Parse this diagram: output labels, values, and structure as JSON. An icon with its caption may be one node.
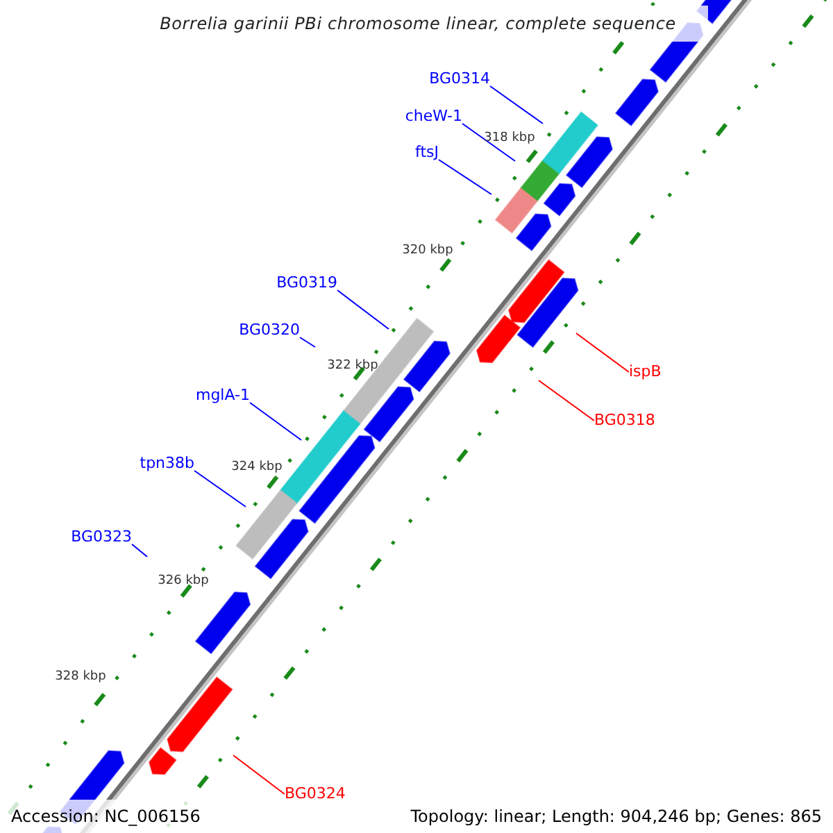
{
  "diagram": {
    "title": "Borrelia garinii PBi chromosome linear, complete sequence",
    "nodes": [
      {
        "text": [
          "BG0314"
        ]
      },
      {
        "text": [
          "cheW-1"
        ]
      },
      {
        "text": [
          "ftsJ"
        ]
      },
      {
        "text": [
          "BG0319"
        ]
      },
      {
        "text": [
          "BG0320"
        ]
      },
      {
        "text": [
          "ispB"
        ]
      },
      {
        "text": [
          "mglA-1"
        ]
      },
      {
        "text": [
          "BG0318"
        ]
      },
      {
        "text": [
          "tpn38b"
        ]
      },
      {
        "text": [
          "BG0323"
        ]
      },
      {
        "text": [
          "BG0324"
        ]
      }
    ],
    "edges": [
      {
        "from": 0,
        "to": null,
        "arrow": "none"
      },
      {
        "from": 1,
        "to": null,
        "arrow": "none"
      },
      {
        "from": 2,
        "to": null,
        "arrow": "none"
      },
      {
        "from": 3,
        "to": null,
        "arrow": "none"
      },
      {
        "from": 4,
        "to": null,
        "arrow": "none"
      },
      {
        "from": 5,
        "to": null,
        "arrow": "none",
        "color": "#ff0000"
      },
      {
        "from": 6,
        "to": null,
        "arrow": "none"
      },
      {
        "from": 7,
        "to": null,
        "arrow": "none",
        "color": "#ff0000"
      },
      {
        "from": 8,
        "to": null,
        "arrow": "none"
      },
      {
        "from": 9,
        "to": null,
        "arrow": "none"
      },
      {
        "from": 10,
        "to": null,
        "arrow": "none",
        "color": "#ff0000"
      }
    ],
    "labels": [
      "318 kbp",
      "320 kbp",
      "322 kbp",
      "324 kbp",
      "326 kbp",
      "328 kbp",
      "Accession: NC_006156",
      "Topology: linear; Length: 904,246 bp; Genes: 865"
    ]
  }
}
